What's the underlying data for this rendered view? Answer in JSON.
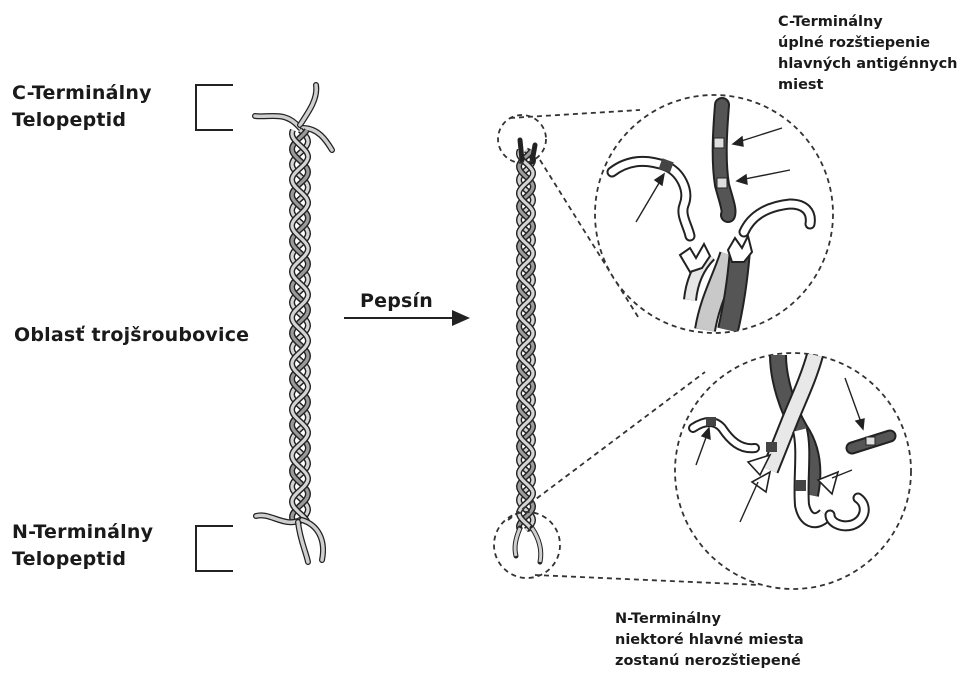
{
  "labels": {
    "c_telopeptide": "C-Terminálny\nTelopeptid",
    "triple_helix": "Oblasť trojšroubovice",
    "n_telopeptide": "N-Terminálny\nTelopeptid",
    "enzyme": "Pepsín",
    "c_detail": "C-Terminálny\núplné rozštiepenie\nhlavných antigénnych\nmiest",
    "n_detail": "N-Terminálny\nniektoré hlavné miesta\nzostanú nerozštiepené"
  },
  "colors": {
    "strand_light": "#c9c9c9",
    "strand_dark": "#5a5a5a",
    "outline": "#222222"
  }
}
